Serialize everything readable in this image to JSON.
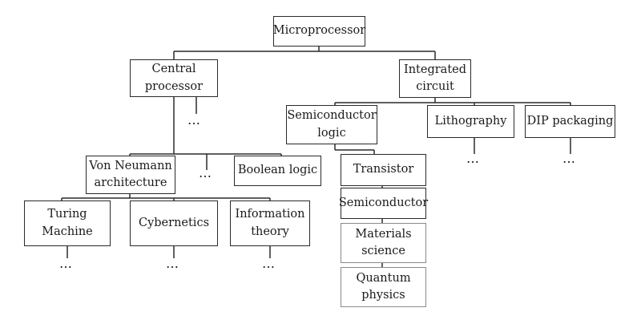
{
  "nodes": {
    "microprocessor": {
      "lines": [
        "Microprocessor"
      ]
    },
    "central_processor": {
      "lines": [
        "Central",
        "processor"
      ]
    },
    "integrated_circuit": {
      "lines": [
        "Integrated",
        "circuit"
      ]
    },
    "semiconductor_logic": {
      "lines": [
        "Semiconductor",
        "logic"
      ]
    },
    "lithography": {
      "lines": [
        "Lithography"
      ]
    },
    "dip_packaging": {
      "lines": [
        "DIP packaging"
      ]
    },
    "von_neumann": {
      "lines": [
        "Von Neumann",
        "architecture"
      ]
    },
    "boolean_logic": {
      "lines": [
        "Boolean logic"
      ]
    },
    "transistor": {
      "lines": [
        "Transistor"
      ]
    },
    "turing_machine": {
      "lines": [
        "Turing",
        "Machine"
      ]
    },
    "cybernetics": {
      "lines": [
        "Cybernetics"
      ]
    },
    "information_theory": {
      "lines": [
        "Information",
        "theory"
      ]
    },
    "semiconductor": {
      "lines": [
        "Semiconductor"
      ]
    },
    "materials_science": {
      "lines": [
        "Materials",
        "science"
      ]
    },
    "quantum_physics": {
      "lines": [
        "Quantum",
        "physics"
      ]
    }
  },
  "ellipsis": "…"
}
